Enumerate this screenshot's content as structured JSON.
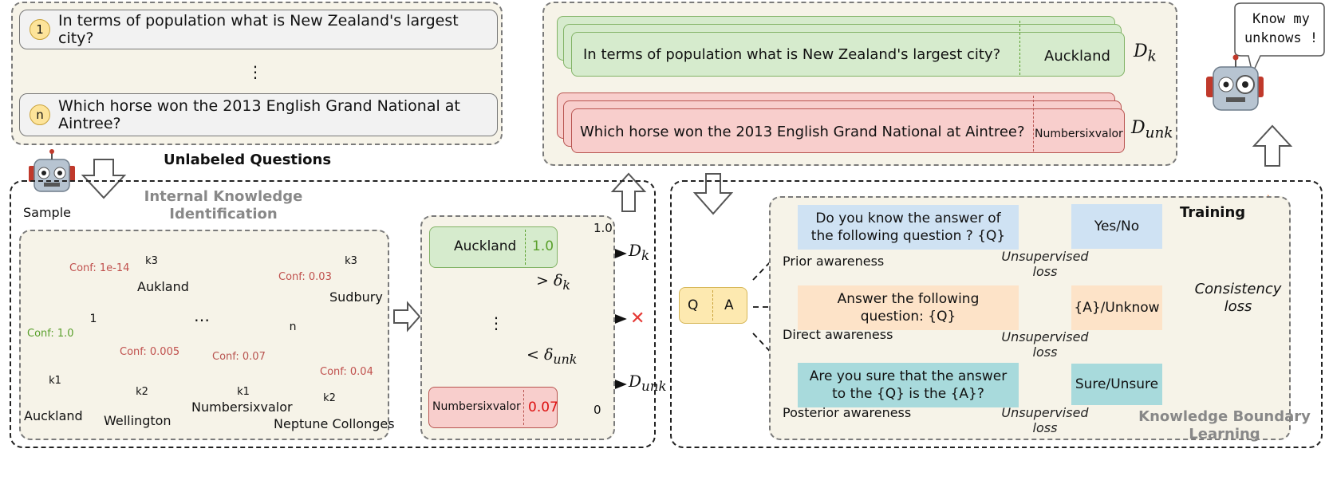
{
  "questions": {
    "q1_num": "1",
    "q1_text": "In terms of population what is New Zealand's largest city?",
    "ellipsis": "⋮",
    "qn_num": "n",
    "qn_text": "Which horse won the 2013 English Grand National at Aintree?",
    "label": "Unlabeled Questions"
  },
  "sample_label": "Sample",
  "internal": {
    "title_line1": "Internal Knowledge",
    "title_line2": "Identification",
    "tree1": {
      "root": "1",
      "k1": "k1",
      "k2": "k2",
      "k3": "k3",
      "k1_label": "Auckland",
      "k2_label": "Wellington",
      "k3_label": "Aukland",
      "conf_k1": "Conf: 1.0",
      "conf_k2": "Conf: 0.005",
      "conf_k3": "Conf: 1e-14"
    },
    "dots": "…",
    "tree2": {
      "root": "n",
      "k1": "k1",
      "k2": "k2",
      "k3": "k3",
      "k1_label": "Numbersixvalor",
      "k2_label": "Neptune Collonges",
      "k3_label": "Sudbury",
      "conf_k1": "Conf: 0.07",
      "conf_k2": "Conf: 0.04",
      "conf_k3": "Conf: 0.03"
    }
  },
  "ranking": {
    "top_answer": "Auckland",
    "top_conf": "1.0",
    "vdots": "⋮",
    "bottom_answer": "Numbersixvalor",
    "bottom_conf": "0.07",
    "scale_top": "1.0",
    "scale_bottom": "0",
    "delta_k": "> δ",
    "delta_k_sub": "k",
    "delta_unk": "< δ",
    "delta_unk_sub": "unk",
    "out_k": "D",
    "out_k_sub": "k",
    "out_unk": "D",
    "out_unk_sub": "unk",
    "cross": "✕"
  },
  "datasets": {
    "dk_question": "In terms of population what is New Zealand's largest city?",
    "dk_answer": "Auckland",
    "dk_label": "D",
    "dk_sub": "k",
    "dunk_question": "Which horse won the 2013 English Grand National at Aintree?",
    "dunk_answer": "Numbersixvalor",
    "dunk_label": "D",
    "dunk_sub": "unk"
  },
  "robot_speech": "Know my unknows !",
  "boundary": {
    "q": "Q",
    "a": "A",
    "prior_prompt": "Do you know the answer of the following question ? {Q}",
    "prior_target": "Yes/No",
    "prior_label": "Prior awareness",
    "direct_prompt": "Answer the following question: {Q}",
    "direct_target": "{A}/Unknow",
    "direct_label": "Direct awareness",
    "posterior_prompt": "Are you sure that the answer to the {Q} is the {A}?",
    "posterior_target": "Sure/Unsure",
    "posterior_label": "Posterior awareness",
    "unsup_loss": "Unsupervised loss",
    "training": "Training",
    "consistency": "Consistency loss",
    "title_line1": "Knowledge Boundary",
    "title_line2": "Learning"
  },
  "colors": {
    "green_fill": "#d6ebcd",
    "green_stroke": "#82b366",
    "red_fill": "#f8cecc",
    "red_stroke": "#b85450",
    "blue_fill": "#cfe2f3",
    "orange_fill": "#fde3c8",
    "teal_fill": "#a8dadc",
    "node_yellow": "#fde49a",
    "conf_red": "#c0504d",
    "conf_green": "#5aa02c"
  }
}
